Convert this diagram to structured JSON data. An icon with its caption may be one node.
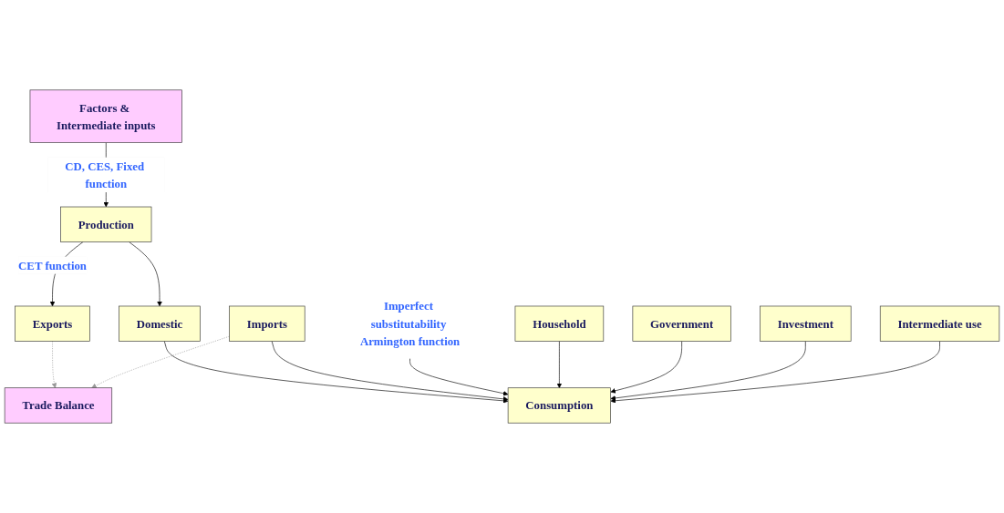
{
  "diagram": {
    "nodes": [
      {
        "text": [
          "Production"
        ]
      },
      {
        "text": [
          "Factors & Intermediate inputs"
        ]
      },
      {
        "text": [
          "Exports"
        ]
      },
      {
        "text": [
          "Domestic"
        ]
      },
      {
        "text": [
          "Imports"
        ]
      },
      {
        "text": [
          "Consumption"
        ]
      },
      {
        "text": [
          "Household"
        ]
      },
      {
        "text": [
          "Government"
        ]
      },
      {
        "text": [
          "Investment"
        ]
      },
      {
        "text": [
          "Intermediate use"
        ]
      },
      {
        "text": [
          "Trade Balance"
        ]
      },
      {
        "text": [
          "Imperfect substitutability Armington function"
        ]
      }
    ],
    "edges": [
      {
        "from": 1,
        "to": 0,
        "arrow": "to",
        "label": "CD, CES, Fixed function"
      },
      {
        "from": 0,
        "to": 2,
        "arrow": "to",
        "label": "CET function"
      },
      {
        "from": 0,
        "to": 3,
        "arrow": "to"
      },
      {
        "from": 2,
        "to": 10,
        "arrow": "to",
        "style": "dashed",
        "color": "#999999"
      },
      {
        "from": 4,
        "to": 10,
        "arrow": "to",
        "style": "dashed",
        "color": "#999999"
      },
      {
        "from": 3,
        "to": 5,
        "arrow": "to"
      },
      {
        "from": 4,
        "to": 5,
        "arrow": "to"
      },
      {
        "from": 11,
        "to": 5,
        "arrow": "to"
      },
      {
        "from": 6,
        "to": 5,
        "arrow": "to"
      },
      {
        "from": 7,
        "to": 5,
        "arrow": "to"
      },
      {
        "from": 8,
        "to": 5,
        "arrow": "to"
      },
      {
        "from": 9,
        "to": 5,
        "arrow": "to"
      }
    ]
  }
}
